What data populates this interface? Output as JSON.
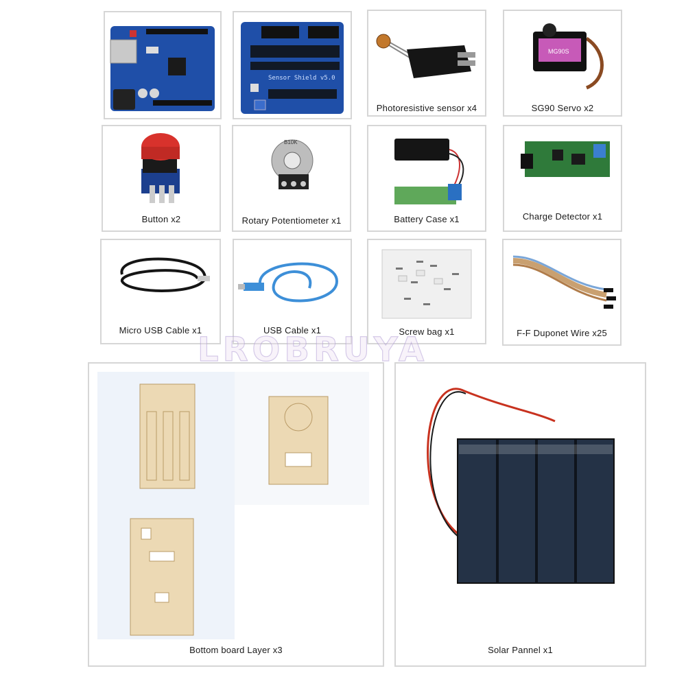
{
  "items": [
    {
      "id": "uno-board",
      "caption": ""
    },
    {
      "id": "sensor-shield",
      "caption": "",
      "board_text": "Sensor Shield v5.0"
    },
    {
      "id": "photoresistive-sensor",
      "caption": "Photoresistive sensor x4"
    },
    {
      "id": "sg90-servo",
      "caption": "SG90 Servo x2",
      "part_label": "MG90S"
    },
    {
      "id": "button",
      "caption": "Button x2"
    },
    {
      "id": "rotary-potentiometer",
      "caption": "Rotary Potentiometer x1",
      "part_label": "B10K"
    },
    {
      "id": "battery-case",
      "caption": "Battery Case x1"
    },
    {
      "id": "charge-detector",
      "caption": "Charge Detector x1"
    },
    {
      "id": "micro-usb-cable",
      "caption": "Micro USB Cable x1"
    },
    {
      "id": "usb-cable",
      "caption": "USB Cable x1"
    },
    {
      "id": "screw-bag",
      "caption": "Screw bag x1"
    },
    {
      "id": "ff-dupont-wire",
      "caption": "F-F Duponet Wire x25"
    },
    {
      "id": "bottom-board",
      "caption": "Bottom board Layer x3"
    },
    {
      "id": "solar-panel",
      "caption": "Solar Pannel x1"
    }
  ],
  "watermark": "LROBRUYA",
  "colors": {
    "pcb_blue": "#1f4fa8",
    "pcb_green": "#2f7a3a",
    "wood": "#ecd9b4",
    "solar": "#243246",
    "red_button": "#d8322c",
    "cable_blue": "#3d8fd8"
  }
}
